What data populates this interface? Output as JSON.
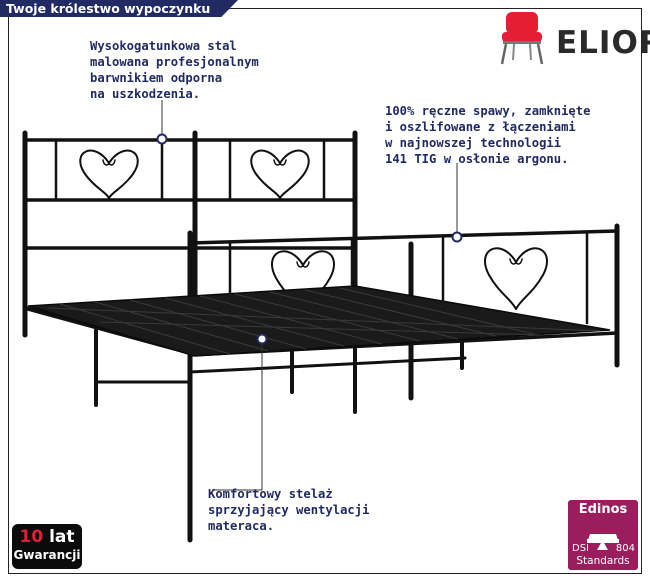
{
  "tagline": "Twoje królestwo wypoczynku",
  "brand": {
    "name": "ELIOR",
    "icon": "chair-icon",
    "color": "#e41f35"
  },
  "callouts": {
    "steel": "Wysokogatunkowa stal\nmalowana profesjonalnym\nbarwnikiem odporna\nna uszkodzenia.",
    "welds": "100% ręczne spawy, zamknięte\ni oszlifowane z łączeniami\nw najnowszej technologii\n141 TIG w osłonie argonu.",
    "slats": "Komfortowy stelaż\nsprzyjający wentylacji\nmateraca."
  },
  "warranty": {
    "years": "10",
    "unit": "lat",
    "label": "Gwarancji"
  },
  "badge": {
    "brand": "Edinos",
    "dsi": "DSI",
    "number": "804",
    "standard": "Standards"
  },
  "colors": {
    "navy": "#222a63",
    "badge": "#9a1e5e",
    "frame": "#111111"
  }
}
